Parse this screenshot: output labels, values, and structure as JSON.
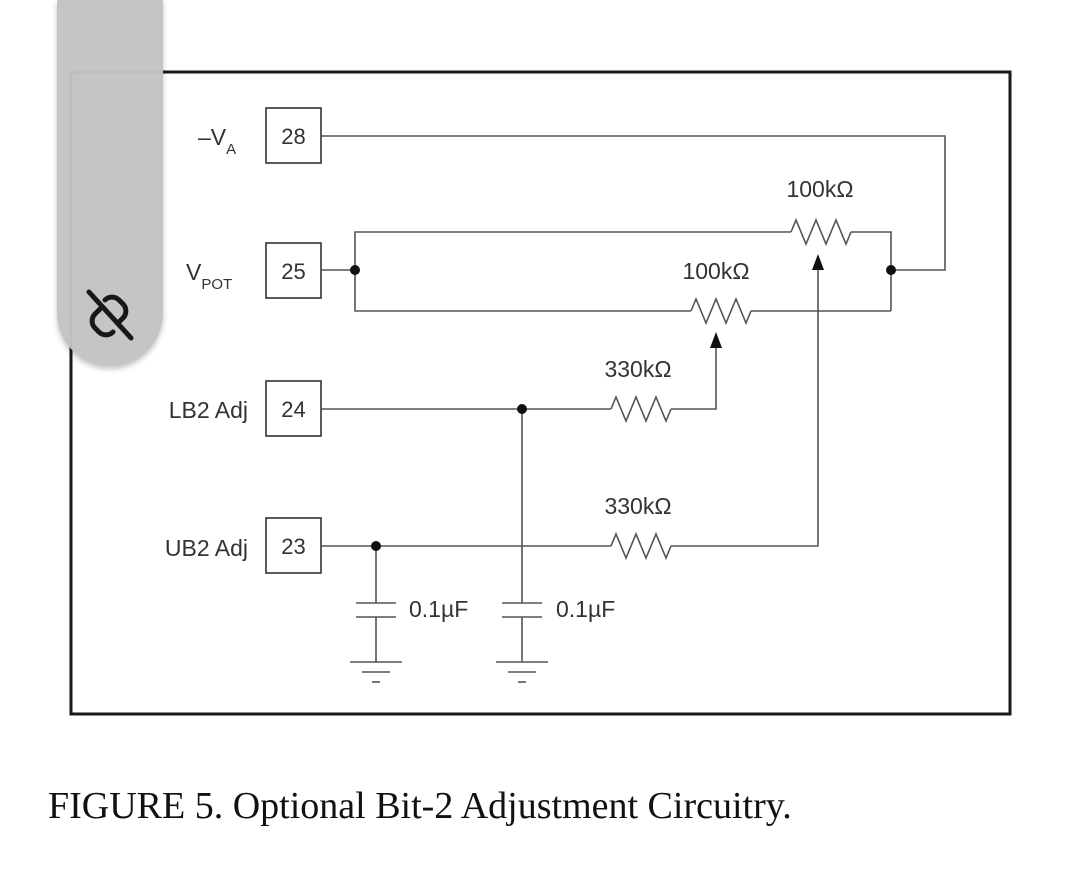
{
  "pins": {
    "va": {
      "label_main": "–V",
      "label_sub": "A",
      "number": "28"
    },
    "vpot": {
      "label_main": "V",
      "label_sub": "POT",
      "number": "25"
    },
    "lb2": {
      "label": "LB2 Adj",
      "number": "24"
    },
    "ub2": {
      "label": "UB2 Adj",
      "number": "23"
    }
  },
  "components": {
    "pot_upper": "100kΩ",
    "pot_lower": "100kΩ",
    "res_lb2": "330kΩ",
    "res_ub2": "330kΩ",
    "cap_left": "0.1µF",
    "cap_right": "0.1µF"
  },
  "overlay": {
    "icon": "link-off-icon"
  },
  "caption": "FIGURE 5. Optional Bit-2 Adjustment Circuitry."
}
